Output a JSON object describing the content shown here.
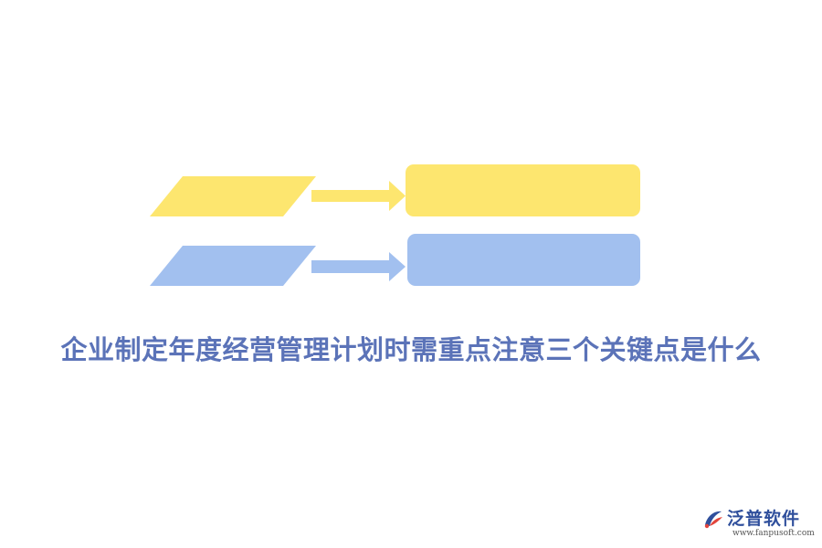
{
  "title": "企业制定年度经营管理计划时需重点注意三个关键点是什么",
  "logo": {
    "icon": "fanpu-logo-icon",
    "name": "泛普软件",
    "url": "www.fanpusoft.com"
  },
  "colors": {
    "yellow": "#fde66f",
    "blue": "#a2c0ef",
    "title": "#5b73b8",
    "logo_text": "#2f4f9c",
    "logo_accent": "#e2453c"
  }
}
